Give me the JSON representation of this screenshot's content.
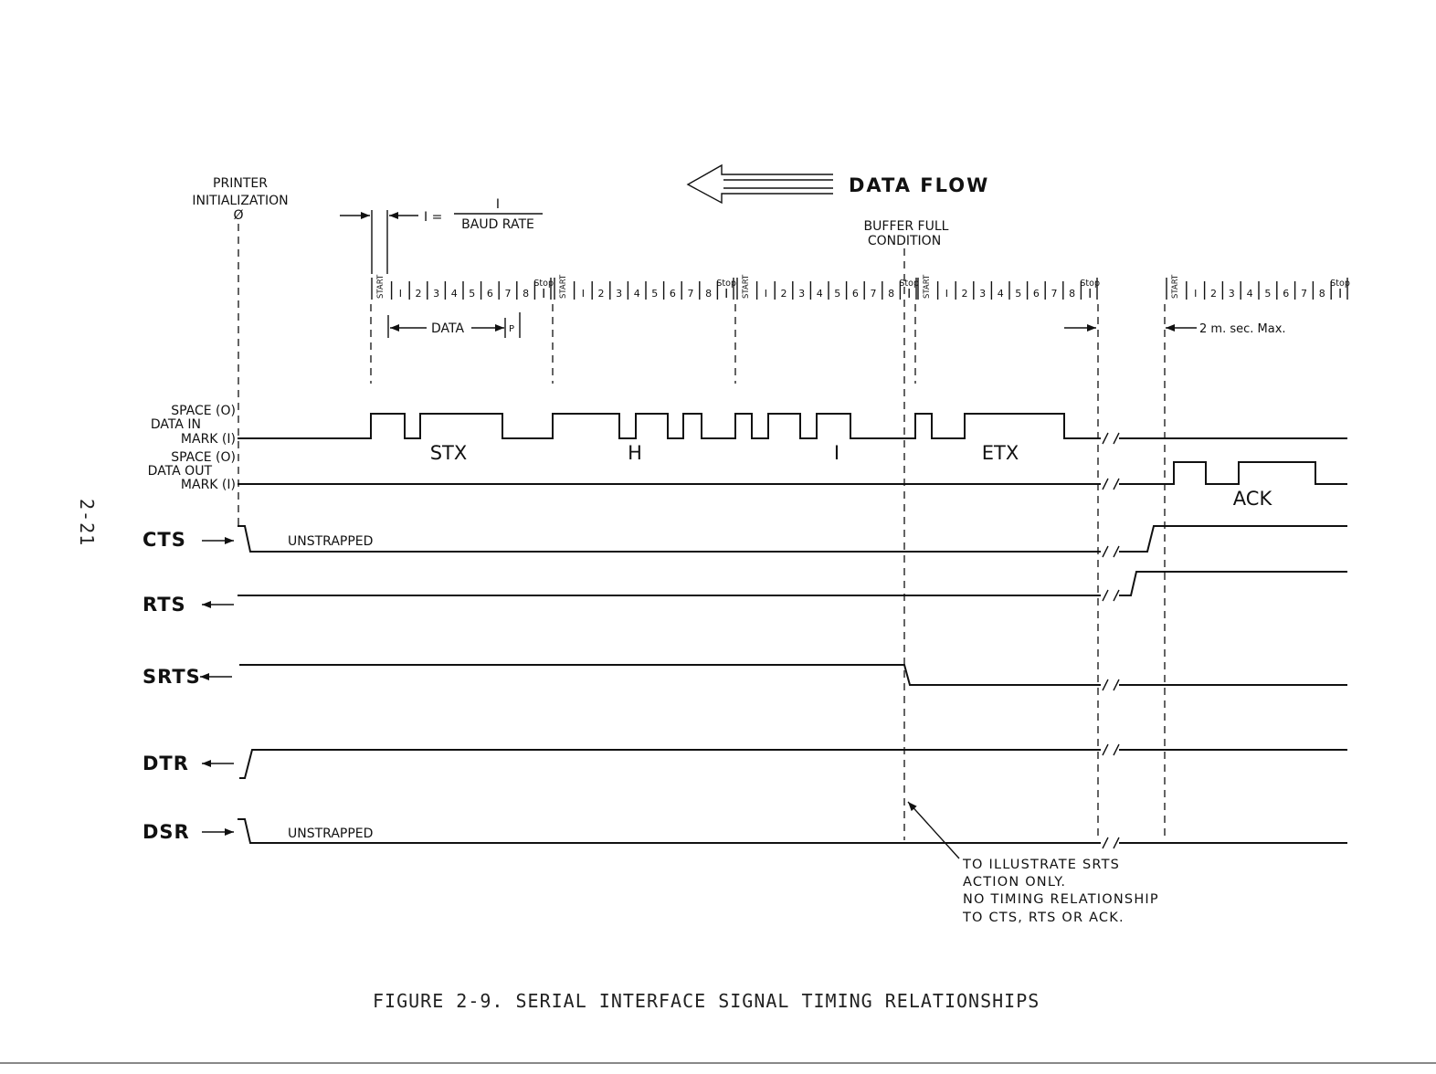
{
  "page_number": "2-21",
  "data_flow_label": "DATA FLOW",
  "printer_init": {
    "line1": "PRINTER",
    "line2": "INITIALIZATION",
    "zero": "Ø"
  },
  "baud": {
    "lhs": "I =",
    "num": "I",
    "den": "BAUD RATE"
  },
  "buffer_full": {
    "line1": "BUFFER FULL",
    "line2": "CONDITION"
  },
  "frame": {
    "start": "START",
    "stop": "Stop",
    "bits": [
      "I",
      "2",
      "3",
      "4",
      "5",
      "6",
      "7",
      "8"
    ],
    "data": "DATA",
    "parity": "P"
  },
  "two_ms": "2 m. sec. Max.",
  "data_in": {
    "space": "SPACE (O)",
    "name": "DATA IN",
    "mark": "MARK (I)"
  },
  "data_out": {
    "space": "SPACE (O)",
    "name": "DATA OUT",
    "mark": "MARK (I)"
  },
  "chars": {
    "stx": "STX",
    "h": "H",
    "i": "I",
    "etx": "ETX",
    "ack": "ACK"
  },
  "signals": {
    "cts": "CTS",
    "rts": "RTS",
    "srts": "SRTS",
    "dtr": "DTR",
    "dsr": "DSR"
  },
  "unstrapped": "UNSTRAPPED",
  "note": {
    "l1": "TO ILLUSTRATE  SRTS",
    "l2": "ACTION  ONLY.",
    "l3": "NO TIMING RELATIONSHIP",
    "l4": "TO CTS, RTS OR ACK."
  },
  "caption": "FIGURE 2-9.  SERIAL INTERFACE SIGNAL TIMING RELATIONSHIPS"
}
